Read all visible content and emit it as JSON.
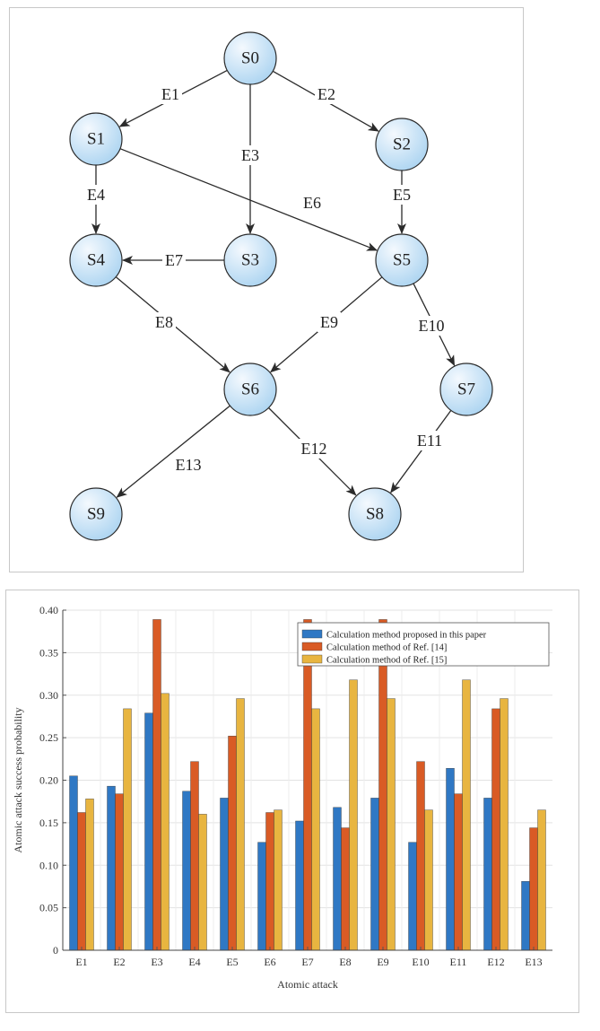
{
  "graph": {
    "nodes": [
      {
        "id": "S0",
        "label": "S0"
      },
      {
        "id": "S1",
        "label": "S1"
      },
      {
        "id": "S2",
        "label": "S2"
      },
      {
        "id": "S3",
        "label": "S3"
      },
      {
        "id": "S4",
        "label": "S4"
      },
      {
        "id": "S5",
        "label": "S5"
      },
      {
        "id": "S6",
        "label": "S6"
      },
      {
        "id": "S7",
        "label": "S7"
      },
      {
        "id": "S8",
        "label": "S8"
      },
      {
        "id": "S9",
        "label": "S9"
      }
    ],
    "edges": [
      {
        "label": "E1",
        "from": "S0",
        "to": "S1"
      },
      {
        "label": "E2",
        "from": "S0",
        "to": "S2"
      },
      {
        "label": "E3",
        "from": "S0",
        "to": "S3"
      },
      {
        "label": "E4",
        "from": "S1",
        "to": "S4"
      },
      {
        "label": "E5",
        "from": "S2",
        "to": "S5"
      },
      {
        "label": "E6",
        "from": "S1",
        "to": "S5"
      },
      {
        "label": "E7",
        "from": "S3",
        "to": "S4"
      },
      {
        "label": "E8",
        "from": "S4",
        "to": "S6"
      },
      {
        "label": "E9",
        "from": "S5",
        "to": "S6"
      },
      {
        "label": "E10",
        "from": "S5",
        "to": "S7"
      },
      {
        "label": "E11",
        "from": "S7",
        "to": "S8"
      },
      {
        "label": "E12",
        "from": "S6",
        "to": "S8"
      },
      {
        "label": "E13",
        "from": "S6",
        "to": "S9"
      }
    ],
    "node_fill_light": "#f4f9fe",
    "node_fill_dark": "#a8d2f0"
  },
  "chart_data": {
    "type": "bar",
    "categories": [
      "E1",
      "E2",
      "E3",
      "E4",
      "E5",
      "E6",
      "E7",
      "E8",
      "E9",
      "E10",
      "E11",
      "E12",
      "E13"
    ],
    "series": [
      {
        "name": "Calculation method proposed in this paper",
        "color": "#2f78c4",
        "values": [
          0.205,
          0.193,
          0.279,
          0.187,
          0.179,
          0.127,
          0.152,
          0.168,
          0.179,
          0.127,
          0.214,
          0.179,
          0.081
        ]
      },
      {
        "name": "Calculation method of Ref. [14]",
        "color": "#d95b25",
        "values": [
          0.162,
          0.184,
          0.389,
          0.222,
          0.252,
          0.162,
          0.389,
          0.144,
          0.389,
          0.222,
          0.184,
          0.284,
          0.144
        ]
      },
      {
        "name": "Calculation method of Ref. [15]",
        "color": "#e8b540",
        "values": [
          0.178,
          0.284,
          0.302,
          0.16,
          0.296,
          0.165,
          0.284,
          0.318,
          0.296,
          0.165,
          0.318,
          0.296,
          0.165
        ]
      }
    ],
    "xlabel": "Atomic attack",
    "ylabel": "Atomic attack success probability",
    "ylim": [
      0,
      0.4
    ],
    "yticks": [
      "0",
      "0.05",
      "0.10",
      "0.15",
      "0.20",
      "0.25",
      "0.30",
      "0.35",
      "0.40"
    ],
    "grid": true,
    "legend_position": "top-right"
  }
}
